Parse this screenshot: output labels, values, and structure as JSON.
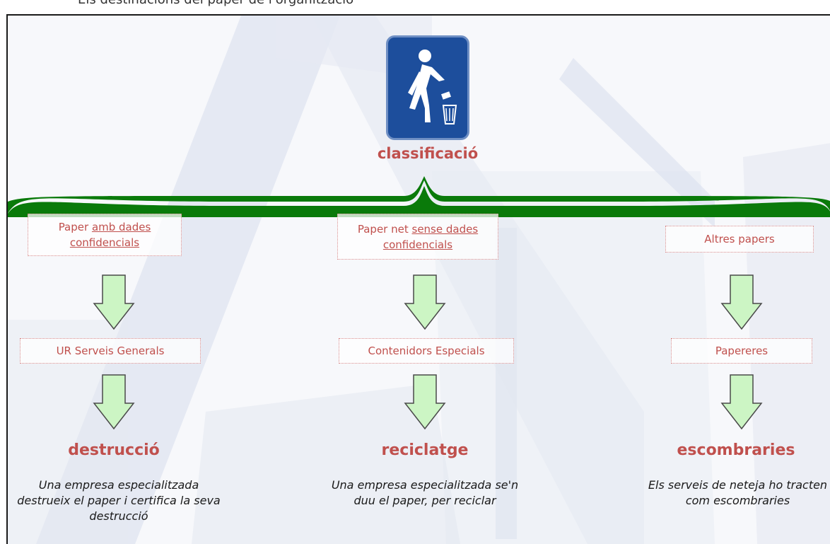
{
  "header_fragment": "Els destinacions del paper de l'organització",
  "root": {
    "title": "classificació",
    "icon": "trash-can-person-icon"
  },
  "colors": {
    "accent": "#c0504d",
    "brace": "#0a7a0a",
    "arrow_fill": "#ccf5c4",
    "arrow_stroke": "#4a4a4a",
    "icon_bg": "#1d4e9c"
  },
  "branches": [
    {
      "source_pre": "Paper ",
      "source_underlined": "amb dades confidencials",
      "source_post": "",
      "handler": "UR Serveis Generals",
      "outcome": "destrucció",
      "description": "Una empresa especialitzada destrueix el paper i certifica la seva destrucció"
    },
    {
      "source_pre": "Paper net ",
      "source_underlined": "sense dades confidencials",
      "source_post": "",
      "handler": "Contenidors Especials",
      "outcome": "reciclatge",
      "description": "Una empresa especialitzada se'n duu el paper, per reciclar"
    },
    {
      "source_pre": "Altres papers",
      "source_underlined": "",
      "source_post": "",
      "handler": "Papereres",
      "outcome": "escombraries",
      "description": "Els serveis de neteja ho tracten com escombraries"
    }
  ]
}
